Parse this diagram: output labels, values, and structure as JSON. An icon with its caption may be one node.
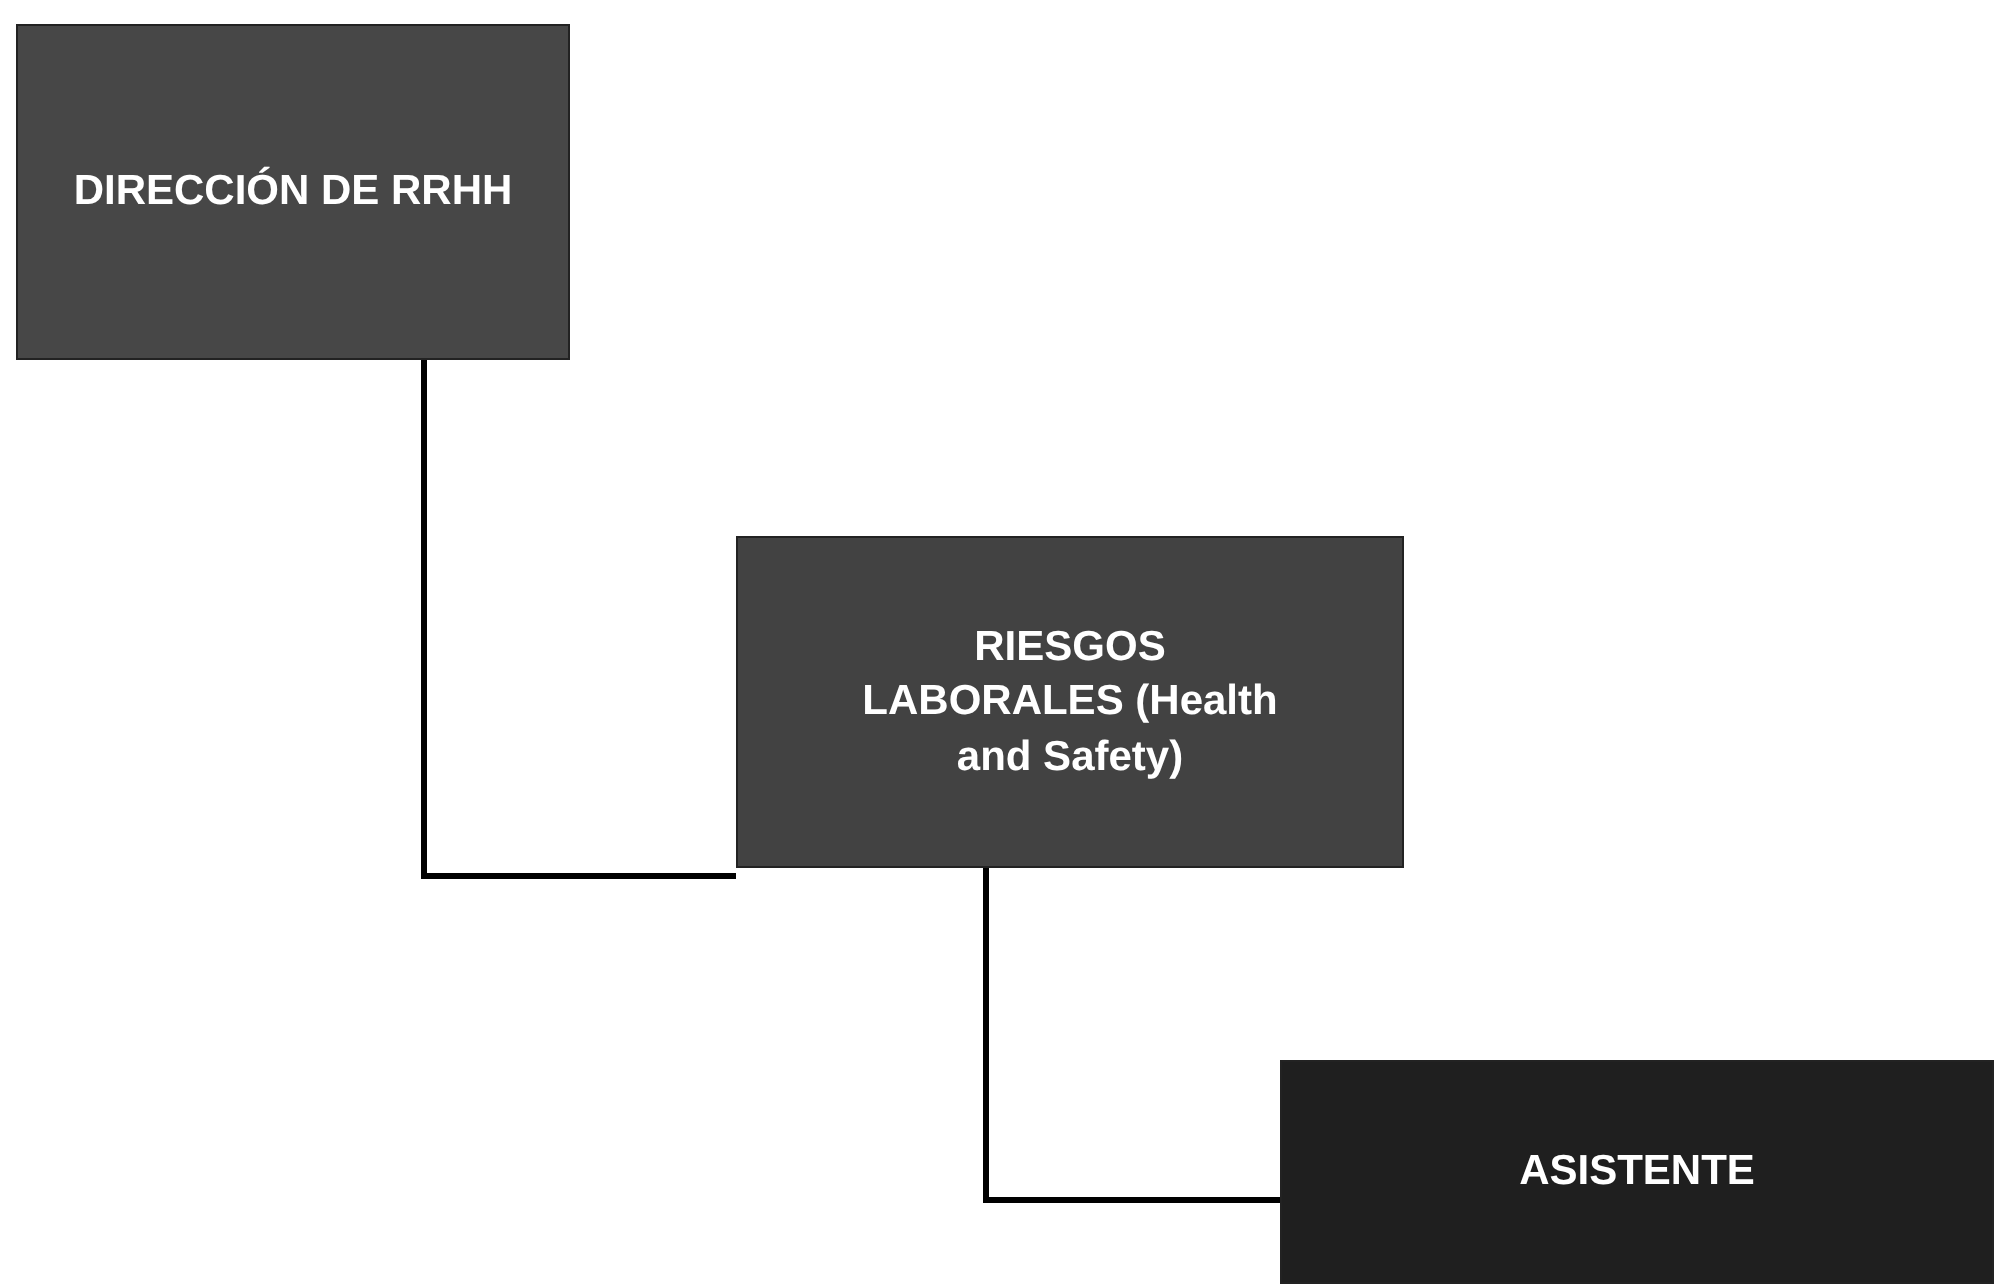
{
  "diagram": {
    "nodes": [
      {
        "text": [
          "DIRECCIÓN DE RRHH"
        ]
      },
      {
        "text": [
          "RIESGOS LABORALES (Health and Safety)"
        ]
      },
      {
        "text": [
          "ASISTENTE"
        ]
      }
    ],
    "edges": [
      {
        "from": 0,
        "to": 1,
        "arrow": "none"
      },
      {
        "from": 1,
        "to": 2,
        "arrow": "none"
      }
    ]
  }
}
